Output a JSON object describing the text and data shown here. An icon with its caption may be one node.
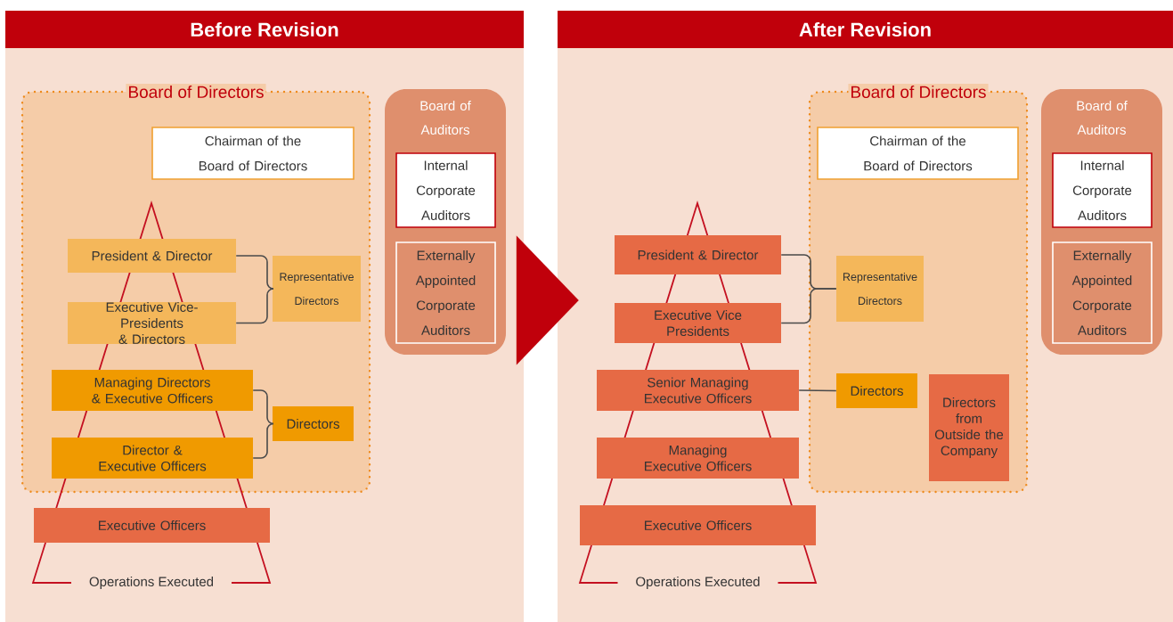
{
  "diagram": {
    "nodes": [
      {
        "text": [
          "Before Revision"
        ]
      },
      {
        "text": [
          "Board of Directors"
        ],
        "in": 0
      },
      {
        "text": [
          "Chairman of the Board of Directors"
        ],
        "in": 1
      },
      {
        "text": [
          "President & Director"
        ],
        "in": 1
      },
      {
        "text": [
          "Executive Vice-Presidents & Directors"
        ],
        "in": 1
      },
      {
        "text": [
          "Representative Directors"
        ],
        "in": 1
      },
      {
        "text": [
          "Managing Directors & Executive Officers"
        ],
        "in": 1
      },
      {
        "text": [
          "Director & Executive Officers"
        ],
        "in": 1
      },
      {
        "text": [
          "Directors"
        ],
        "in": 1
      },
      {
        "text": [
          "Executive Officers"
        ],
        "in": 0
      },
      {
        "text": [
          "Board of Auditors"
        ],
        "in": 0
      },
      {
        "text": [
          "Internal Corporate Auditors"
        ],
        "in": 10
      },
      {
        "text": [
          "Externally Appointed Corporate Auditors"
        ],
        "in": 10
      },
      {
        "text": [
          "After Revision"
        ]
      },
      {
        "text": [
          "Board of Directors"
        ],
        "in": 13
      },
      {
        "text": [
          "Chairman of the Board of Directors"
        ],
        "in": 14
      },
      {
        "text": [
          "President & Director"
        ],
        "in": 13
      },
      {
        "text": [
          "Executive Vice Presidents"
        ],
        "in": 13
      },
      {
        "text": [
          "Representative Directors"
        ],
        "in": 14
      },
      {
        "text": [
          "Senior Managing Executive Officers"
        ],
        "in": 13
      },
      {
        "text": [
          "Directors"
        ],
        "in": 14
      },
      {
        "text": [
          "Directors from Outside the Company"
        ],
        "in": 14
      },
      {
        "text": [
          "Managing Executive Officers"
        ],
        "in": 13
      },
      {
        "text": [
          "Executive Officers"
        ],
        "in": 13
      },
      {
        "text": [
          "Board of Auditors"
        ],
        "in": 13
      },
      {
        "text": [
          "Internal Corporate Auditors"
        ],
        "in": 24
      },
      {
        "text": [
          "Externally Appointed Corporate Auditors"
        ],
        "in": 24
      }
    ],
    "edges": [
      {
        "from": 3,
        "to": 5,
        "arrow": "none"
      },
      {
        "from": 4,
        "to": 5,
        "arrow": "none"
      },
      {
        "from": 6,
        "to": 8,
        "arrow": "none"
      },
      {
        "from": 7,
        "to": 8,
        "arrow": "none"
      },
      {
        "from": 16,
        "to": 18,
        "arrow": "none"
      },
      {
        "from": 17,
        "to": 18,
        "arrow": "none"
      },
      {
        "from": 19,
        "to": 20,
        "arrow": "none"
      },
      {
        "from": 0,
        "to": 13,
        "arrow": "to",
        "color": "#c0000b"
      }
    ],
    "labels": [
      "Operations Executed",
      "Operations Executed"
    ]
  }
}
